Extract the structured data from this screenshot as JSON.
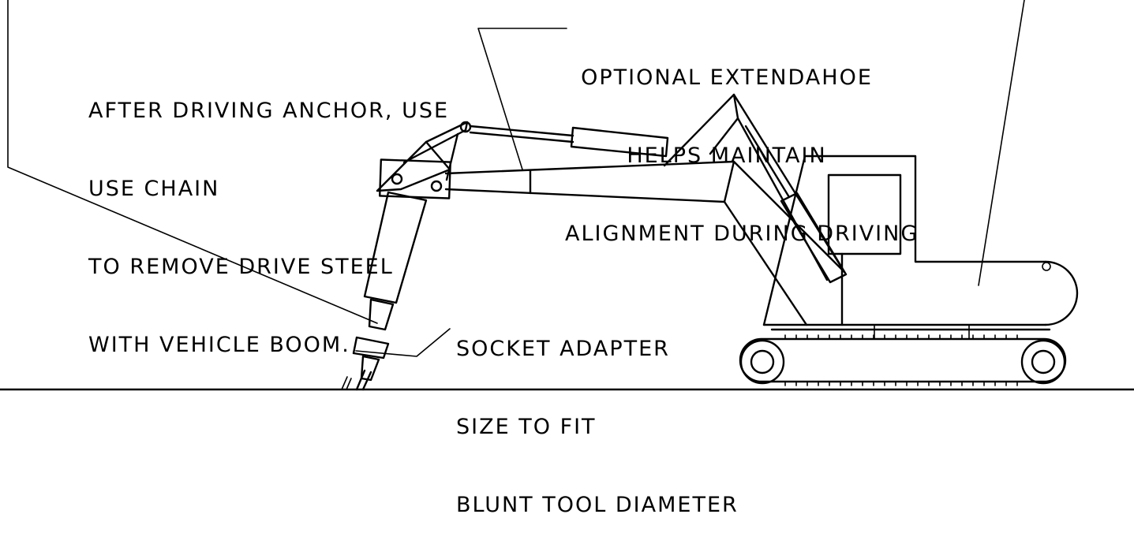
{
  "annotations": {
    "chain_note": [
      "AFTER DRIVING ANCHOR, USE",
      "USE CHAIN",
      "TO REMOVE DRIVE STEEL",
      "WITH VEHICLE BOOM."
    ],
    "extendahoe_note": [
      "OPTIONAL EXTENDAHOE",
      "HELPS MAINTAIN",
      "ALIGNMENT DURING DRIVING"
    ],
    "socket_note": [
      "SOCKET ADAPTER",
      "SIZE TO FIT",
      "BLUNT TOOL DIAMETER"
    ]
  }
}
